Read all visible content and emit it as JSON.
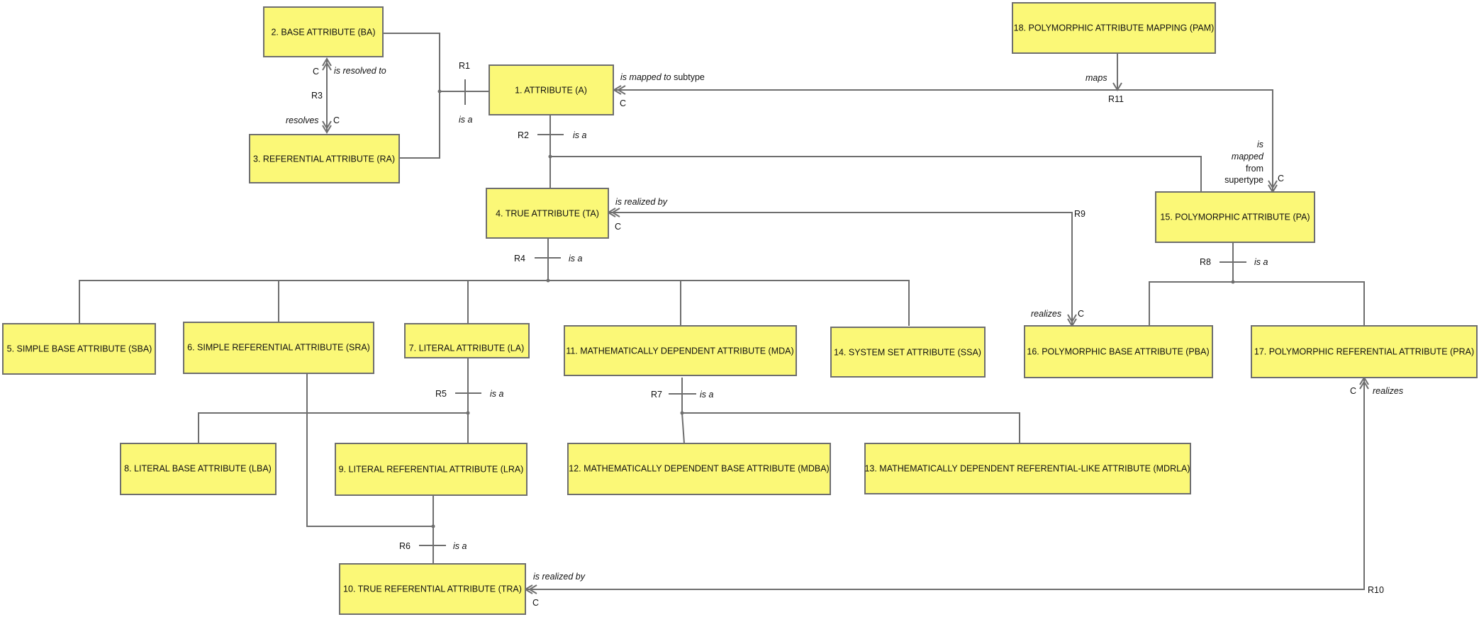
{
  "entities": {
    "e1": "1. ATTRIBUTE (A)",
    "e2": "2. BASE ATTRIBUTE (BA)",
    "e3": "3. REFERENTIAL ATTRIBUTE (RA)",
    "e4": "4. TRUE ATTRIBUTE (TA)",
    "e5": "5. SIMPLE BASE ATTRIBUTE (SBA)",
    "e6": "6. SIMPLE REFERENTIAL ATTRIBUTE (SRA)",
    "e7": "7. LITERAL ATTRIBUTE (LA)",
    "e8": "8. LITERAL BASE ATTRIBUTE (LBA)",
    "e9": "9. LITERAL REFERENTIAL ATTRIBUTE (LRA)",
    "e10": "10. TRUE REFERENTIAL ATTRIBUTE (TRA)",
    "e11": "11. MATHEMATICALLY DEPENDENT ATTRIBUTE (MDA)",
    "e12": "12. MATHEMATICALLY DEPENDENT BASE ATTRIBUTE (MDBA)",
    "e13": "13. MATHEMATICALLY DEPENDENT REFERENTIAL-LIKE ATTRIBUTE (MDRLA)",
    "e14": "14. SYSTEM SET ATTRIBUTE (SSA)",
    "e15": "15. POLYMORPHIC ATTRIBUTE (PA)",
    "e16": "16. POLYMORPHIC BASE ATTRIBUTE (PBA)",
    "e17": "17. POLYMORPHIC REFERENTIAL ATTRIBUTE (PRA)",
    "e18": "18. POLYMORPHIC ATTRIBUTE MAPPING (PAM)"
  },
  "relationships": {
    "r1": "R1",
    "r2": "R2",
    "r3": "R3",
    "r4": "R4",
    "r5": "R5",
    "r6": "R6",
    "r7": "R7",
    "r8": "R8",
    "r9": "R9",
    "r10": "R10",
    "r11": "R11"
  },
  "phrases": {
    "is_a": "is a",
    "is_resolved_to": "is resolved to",
    "resolves": "resolves",
    "is_mapped_to": "is mapped to",
    "subtype": "subtype",
    "maps": "maps",
    "is_realized_by": "is realized by",
    "realizes": "realizes",
    "mapped_from_supertype": [
      "is",
      "mapped",
      "from",
      "supertype"
    ]
  },
  "conditionality": "C",
  "colors": {
    "box_fill": "#fbf877",
    "line": "#6e6e6e"
  }
}
